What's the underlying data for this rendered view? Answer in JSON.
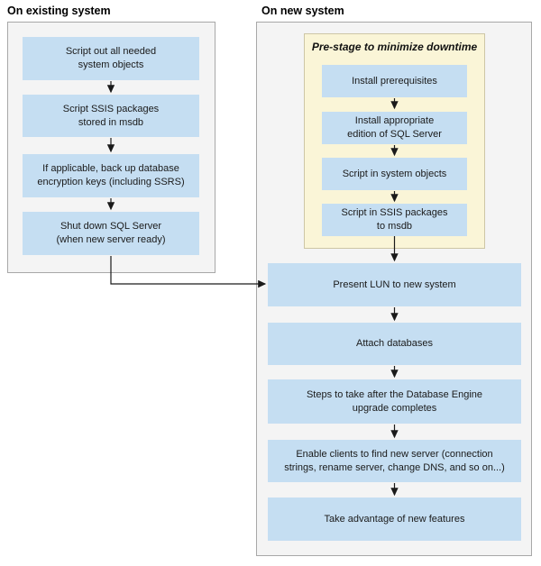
{
  "colors": {
    "step_fill": "#c5def2",
    "panel_fill": "#f4f4f4",
    "panel_border": "#a8a8a8",
    "prestage_fill": "#faf5d7",
    "prestage_border": "#cdc6a5",
    "arrow": "#1a1a1a",
    "text": "#1a1a1a"
  },
  "left_column": {
    "header": "On existing system",
    "steps": [
      "Script out all needed\nsystem objects",
      "Script SSIS packages\nstored in msdb",
      "If applicable, back up database\nencryption keys (including SSRS)",
      "Shut down SQL Server\n(when new server ready)"
    ]
  },
  "right_column": {
    "header": "On new system",
    "prestage": {
      "title": "Pre-stage to minimize downtime",
      "steps": [
        "Install prerequisites",
        "Install appropriate\nedition of SQL Server",
        "Script in system objects",
        "Script in SSIS packages\nto msdb"
      ]
    },
    "steps": [
      "Present LUN to new system",
      "Attach databases",
      "Steps to take after the Database Engine\nupgrade completes",
      "Enable clients to find new server (connection\nstrings, rename server, change DNS, and so on...)",
      "Take advantage of new features"
    ]
  }
}
